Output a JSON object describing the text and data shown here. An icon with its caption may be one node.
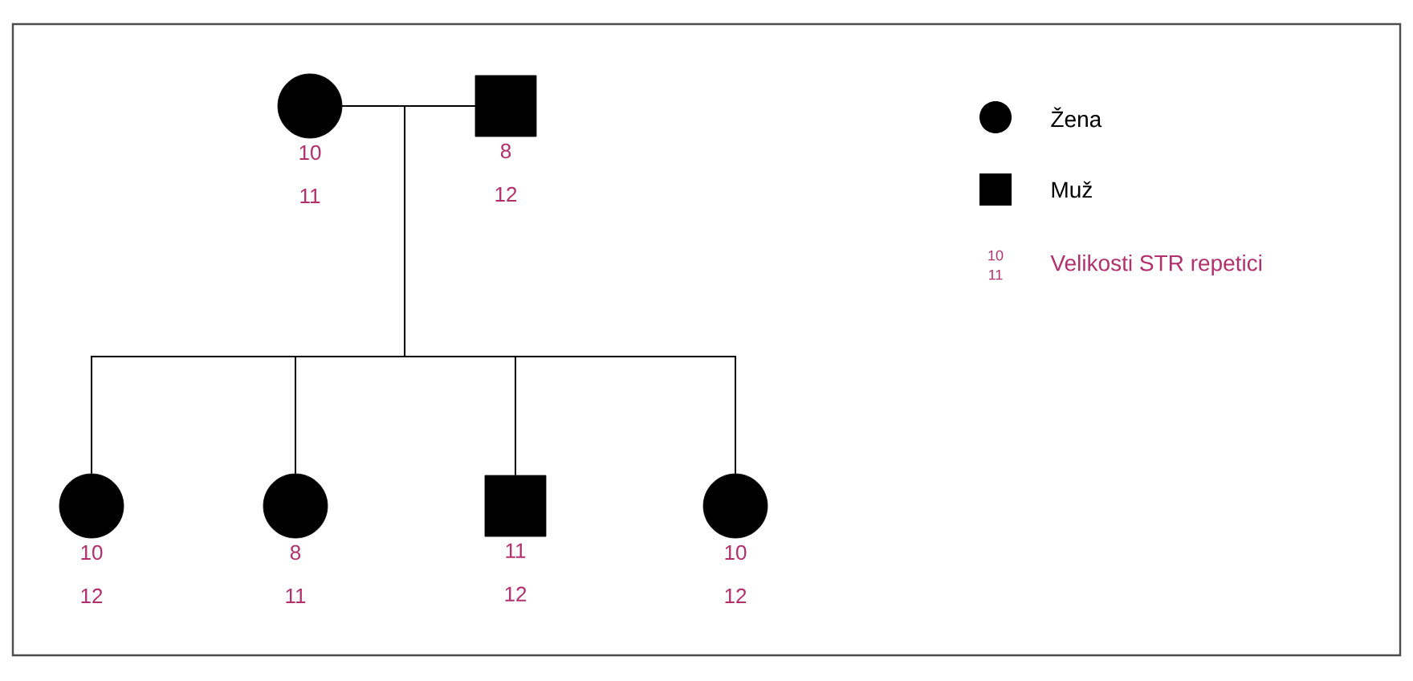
{
  "diagram": {
    "nodes": [
      {
        "text": [],
        "shape": "circle",
        "beside": [
          "10 11"
        ]
      },
      {
        "text": [],
        "shape": "box",
        "beside": [
          "8 12"
        ]
      },
      {
        "text": [],
        "shape": "circle",
        "beside": [
          "10 12"
        ]
      },
      {
        "text": [],
        "shape": "circle",
        "beside": [
          "8 11"
        ]
      },
      {
        "text": [],
        "shape": "box",
        "beside": [
          "11 12"
        ]
      },
      {
        "text": [],
        "shape": "circle",
        "beside": [
          "10 12"
        ]
      }
    ],
    "edges": [
      {
        "from": 0,
        "to": 1,
        "arrow": "none"
      },
      {
        "from": 0,
        "to": 2,
        "arrow": "none"
      },
      {
        "from": 0,
        "to": 3,
        "arrow": "none"
      },
      {
        "from": 0,
        "to": 4,
        "arrow": "none"
      },
      {
        "from": 0,
        "to": 5,
        "arrow": "none"
      },
      {
        "from": 1,
        "to": 2,
        "arrow": "none"
      },
      {
        "from": 1,
        "to": 3,
        "arrow": "none"
      },
      {
        "from": 1,
        "to": 4,
        "arrow": "none"
      },
      {
        "from": 1,
        "to": 5,
        "arrow": "none"
      }
    ],
    "labels": [
      "10 11"
    ],
    "legend": [
      {
        "text": "Žena"
      },
      {
        "text": "Muž"
      },
      {
        "text": "Velikosti STR repetici"
      }
    ]
  }
}
